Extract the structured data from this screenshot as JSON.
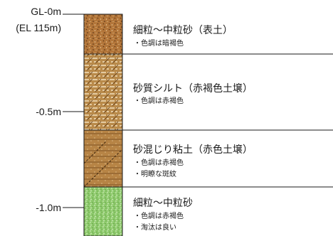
{
  "header": {
    "gl_label": "GL-0m",
    "el_label": "(EL 115m)"
  },
  "depth_marks": [
    {
      "label": "-0.5m"
    },
    {
      "label": "-1.0m"
    }
  ],
  "layers": [
    {
      "name": "細粒～中粒砂（表土）",
      "notes": [
        "・色調は暗褐色"
      ],
      "color": "#b3763a"
    },
    {
      "name": "砂質シルト（赤褐色土壌）",
      "notes": [
        "・色調は赤褐色"
      ],
      "color": "#b98a4a"
    },
    {
      "name": "砂混じり粘土（赤色土壌）",
      "notes": [
        "・色調は赤褐色",
        "・明瞭な斑紋"
      ],
      "color": "#b78445"
    },
    {
      "name": "細粒～中粒砂",
      "notes": [
        "・色調は赤褐色",
        "・淘汰は良い"
      ],
      "color": "#8fcb6d"
    }
  ]
}
